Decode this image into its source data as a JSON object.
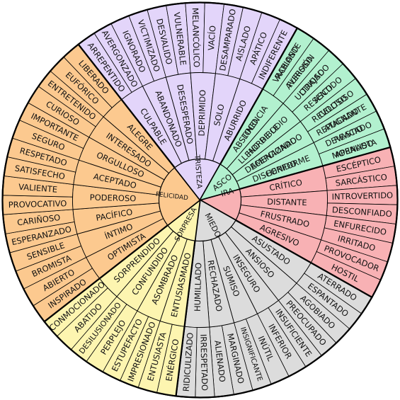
{
  "emotions": [
    {
      "name": "IRA",
      "color": "#f8b1b4",
      "groups": [
        {
          "name": "LOCO",
          "words": [
            "RABIOSO",
            "FURIOSO"
          ]
        },
        {
          "name": "LLENO DE ODIO",
          "words": [
            "ULTRAJADO",
            "RESENTIDO"
          ]
        },
        {
          "name": "AMENAZADO",
          "words": [
            "CELOSO",
            "ATACADO"
          ]
        },
        {
          "name": "HERIDO",
          "words": [
            "DEVASTADO",
            "APENADO"
          ]
        },
        {
          "name": "CRÍTICO",
          "words": [
            "ESCÉPTICO",
            "SARCÁSTICO"
          ]
        },
        {
          "name": "DISTANTE",
          "words": [
            "INTROVERTIDO",
            "DESCONFIADO"
          ]
        },
        {
          "name": "FRUSTRADO",
          "words": [
            "ENFURECIDO",
            "IRRITADO"
          ]
        },
        {
          "name": "AGRESIVO",
          "words": [
            "PROVOCADOR",
            "HOSTIL"
          ]
        }
      ]
    },
    {
      "name": "MIEDO",
      "color": "#dcdcdc",
      "groups": [
        {
          "name": "ASUSTADO",
          "words": [
            "ATERRADO",
            "ESPANTADO"
          ]
        },
        {
          "name": "ANSIOSO",
          "words": [
            "AGOBIADO",
            "PREOCUPADO"
          ]
        },
        {
          "name": "INSEGURO",
          "words": [
            "INSUFICIENTE",
            "INFERIOR"
          ]
        },
        {
          "name": "SUMISO",
          "words": [
            "INÚTIL",
            "INSIGNIFICANTE"
          ]
        },
        {
          "name": "RECHAZADO",
          "words": [
            "MARGINADO",
            "ALIENADO"
          ]
        },
        {
          "name": "HUMILLADO",
          "words": [
            "IRRESPETADO",
            "RIDICULIZADO"
          ]
        }
      ]
    },
    {
      "name": "SORPRESA",
      "color": "#fdf5b0",
      "groups": [
        {
          "name": "ENTUSIASMADO",
          "words": [
            "ENÉRGICO",
            "ENTUSIASTA"
          ]
        },
        {
          "name": "ASOMBRADO",
          "words": [
            "IMPRESIONADO",
            "ESTUPEFACTO"
          ]
        },
        {
          "name": "CONFUNDIDO",
          "words": [
            "PERPLEJO",
            "DESILUSIONADO"
          ]
        },
        {
          "name": "SORPRENDIDO",
          "words": [
            "ABATIDO",
            "CONMOCIONADO"
          ]
        }
      ]
    },
    {
      "name": "FELICIDAD",
      "color": "#fcc98f",
      "groups": [
        {
          "name": "OPTIMISTA",
          "words": [
            "INSPIRADO",
            "ABIERTO"
          ]
        },
        {
          "name": "ÍNTIMO",
          "words": [
            "BROMISTA",
            "SENSIBLE"
          ]
        },
        {
          "name": "PACÍFICO",
          "words": [
            "ESPERANZADO",
            "CARIÑOSO"
          ]
        },
        {
          "name": "PODEROSO",
          "words": [
            "PROVOCATIVO",
            "VALIENTE"
          ]
        },
        {
          "name": "ACEPTADO",
          "words": [
            "SATISFECHO",
            "RESPETADO"
          ]
        },
        {
          "name": "ORGULLOSO",
          "words": [
            "SEGURO",
            "IMPORTANTE"
          ]
        },
        {
          "name": "INTERESADO",
          "words": [
            "CURIOSO",
            "ENTRETENIDO"
          ]
        },
        {
          "name": "ALEGRE",
          "words": [
            "EUFÓRICO",
            "LIBERADO"
          ]
        }
      ]
    },
    {
      "name": "TRISTEZA",
      "color": "#e3d5fa",
      "groups": [
        {
          "name": "CULPABLE",
          "words": [
            "ARREPENTIDO",
            "AVERGONZADO"
          ]
        },
        {
          "name": "ABANDONADO",
          "words": [
            "IGNORADO",
            "VICTIMIZADO"
          ]
        },
        {
          "name": "DESESPERADO",
          "words": [
            "DESVALIDO",
            "VULNERABLE"
          ]
        },
        {
          "name": "DEPRIMIDO",
          "words": [
            "MELANCÓLICO",
            "VACÍO"
          ]
        },
        {
          "name": "SOLO",
          "words": [
            "DESAMPARADO",
            "AISLADO"
          ]
        },
        {
          "name": "ABURRIDO",
          "words": [
            "APÁTICO",
            "INDIFERENTE"
          ]
        }
      ]
    },
    {
      "name": "ASCO",
      "color": "#b2f1cf",
      "groups": [
        {
          "name": "ABSTINENCIA",
          "words": [
            "VACILANTE",
            "AVERSIÓN"
          ]
        },
        {
          "name": "HORRIBLE",
          "words": [
            "ODIOSO",
            "ASCO"
          ]
        },
        {
          "name": "DECEPCIONADO",
          "words": [
            "REVOLTOSO",
            "REPUGNANTE"
          ]
        },
        {
          "name": "DISCONFORME",
          "words": [
            "REACIO",
            "MORALISTA"
          ]
        }
      ]
    }
  ]
}
